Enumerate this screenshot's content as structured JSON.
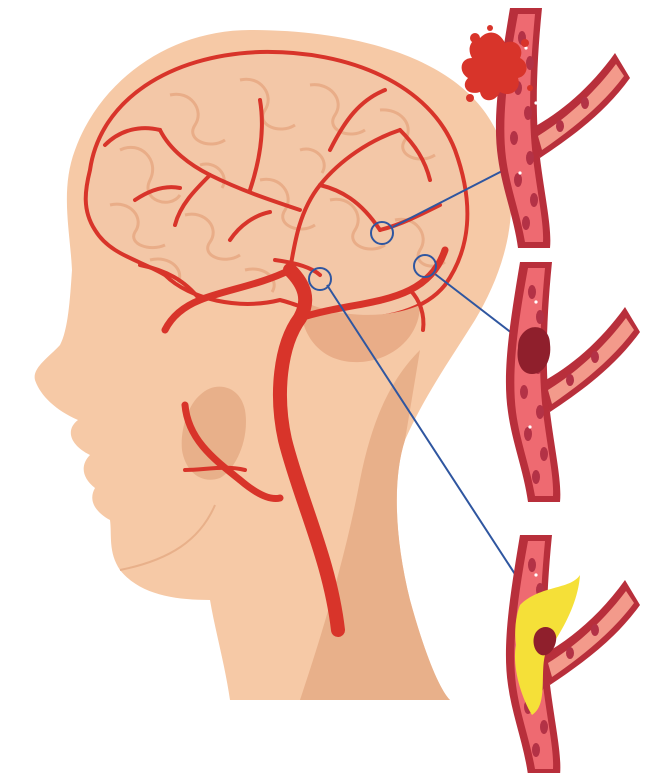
{
  "diagram": {
    "subject": "head-with-brain-arteries",
    "callouts": [
      {
        "id": "hemorrhage",
        "condition": "ruptured-vessel"
      },
      {
        "id": "clot",
        "condition": "blood-clot"
      },
      {
        "id": "plaque",
        "condition": "plaque-buildup"
      }
    ]
  },
  "colors": {
    "skin": "#f6c9a6",
    "skin_shadow": "#e8b08a",
    "brain": "#f3c7a7",
    "brain_fold": "#e9ad88",
    "artery": "#d8342a",
    "artery_light": "#f06b55",
    "vessel_wall": "#b82f3b",
    "vessel_inner": "#ee6a71",
    "vessel_cell": "#b33246",
    "branch_pale": "#f39a8b",
    "clot": "#8f1f2c",
    "plaque": "#f5e038",
    "callout_line": "#2f56a0"
  }
}
